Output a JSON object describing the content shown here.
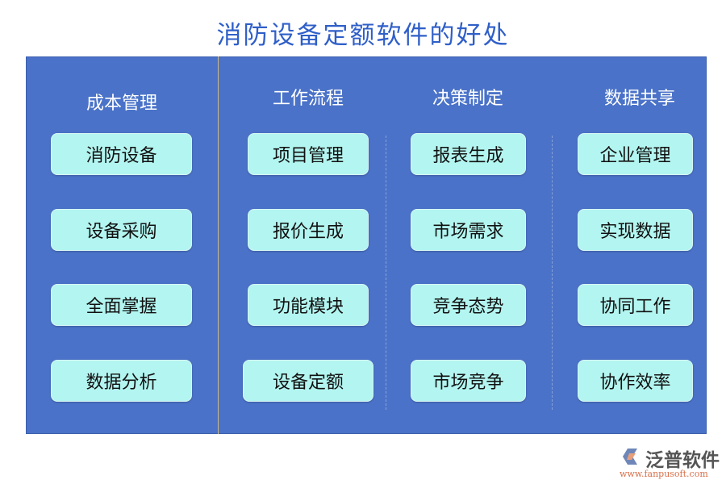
{
  "title": "消防设备定额软件的好处",
  "columns": [
    {
      "header": "成本管理",
      "items": [
        "消防设备",
        "设备采购",
        "全面掌握",
        "数据分析"
      ]
    },
    {
      "header": "工作流程",
      "items": [
        "项目管理",
        "报价生成",
        "功能模块",
        "设备定额"
      ]
    },
    {
      "header": "决策制定",
      "items": [
        "报表生成",
        "市场需求",
        "竞争态势",
        "市场竞争"
      ]
    },
    {
      "header": "数据共享",
      "items": [
        "企业管理",
        "实现数据",
        "协同工作",
        "协作效率"
      ]
    }
  ],
  "logo": {
    "name": "泛普软件",
    "url": "www.fanpusoft.com"
  },
  "colors": {
    "panel": "#4a72c8",
    "box": "#b3f5f0",
    "title": "#2f5fc8"
  }
}
